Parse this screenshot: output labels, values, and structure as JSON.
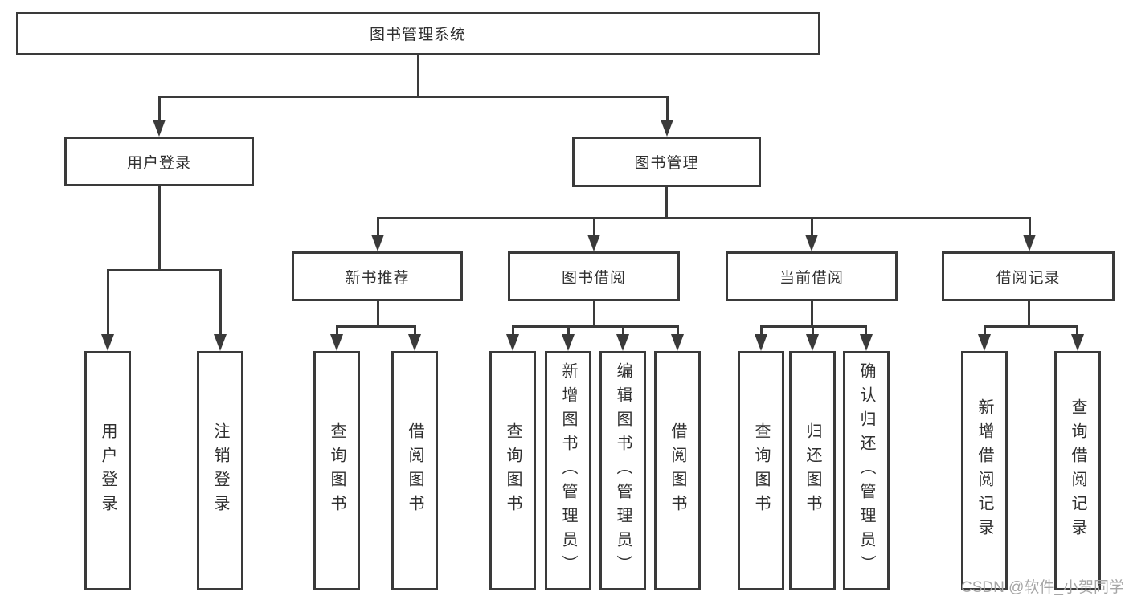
{
  "colors": {
    "line": "#3a3a3a",
    "text": "#303030",
    "box_bg": "#ffffff",
    "background": "#ffffff",
    "watermark": "#a6a6a6"
  },
  "nodes": {
    "root": {
      "label": "图书管理系统"
    },
    "level2": [
      {
        "label": "用户登录"
      },
      {
        "label": "图书管理"
      }
    ],
    "level3": [
      {
        "label": "新书推荐"
      },
      {
        "label": "图书借阅"
      },
      {
        "label": "当前借阅"
      },
      {
        "label": "借阅记录"
      }
    ],
    "leaves": [
      {
        "label": "用户登录"
      },
      {
        "label": "注销登录"
      },
      {
        "label": "查询图书"
      },
      {
        "label": "借阅图书"
      },
      {
        "label": "查询图书"
      },
      {
        "label": "新增图书（管理员）"
      },
      {
        "label": "编辑图书（管理员）"
      },
      {
        "label": "借阅图书"
      },
      {
        "label": "查询图书"
      },
      {
        "label": "归还图书"
      },
      {
        "label": "确认归还（管理员）"
      },
      {
        "label": "新增借阅记录"
      },
      {
        "label": "查询借阅记录"
      }
    ]
  },
  "watermark": {
    "text": "CSDN @软件_小贺同学"
  }
}
